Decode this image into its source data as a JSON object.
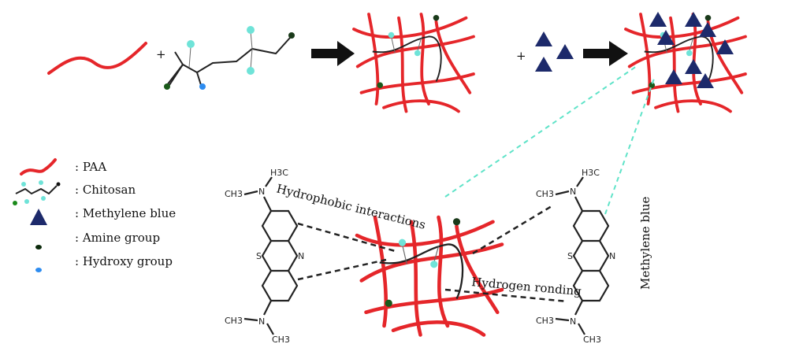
{
  "legend": {
    "items": [
      {
        "label": ": PAA"
      },
      {
        "label": ": Chitosan"
      },
      {
        "label": ": Methylene blue"
      },
      {
        "label": ": Amine group"
      },
      {
        "label": ": Hydroxy group"
      }
    ]
  },
  "reaction": {
    "plus": "+"
  },
  "annotations": {
    "hydrophobic": "Hydrophobic interactions",
    "hydrogen": "Hydrogen ronding",
    "methylene_blue": "Methylene blue"
  },
  "molecule": {
    "h3c": "H3C",
    "ch3": "CH3",
    "n": "N",
    "s": "S"
  },
  "colors": {
    "paa": "#e5262a",
    "methylene_blue": "#1d2a6b",
    "amine": "#1a5a1a",
    "hydroxy": "#2d8cf0",
    "chitosan_oh": "#6fe3d8"
  }
}
